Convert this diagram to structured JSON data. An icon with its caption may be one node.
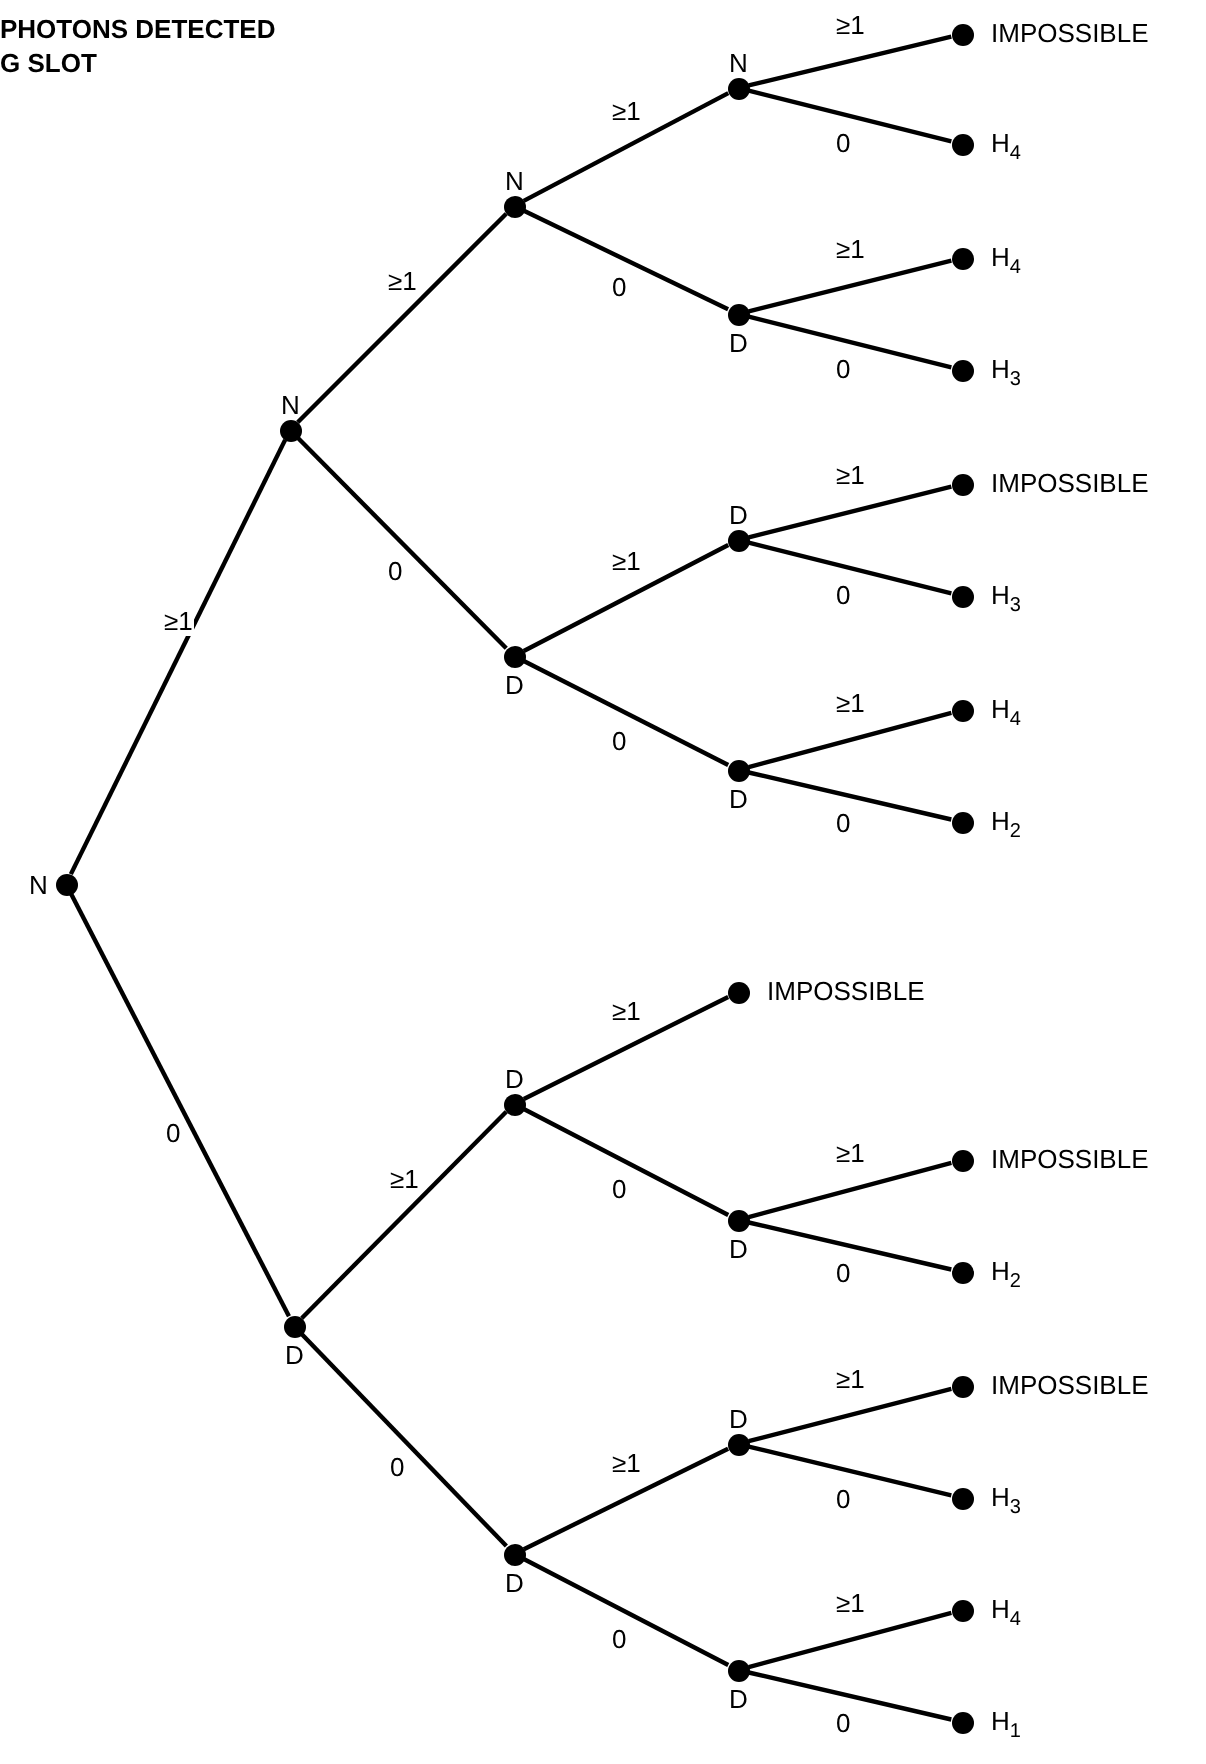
{
  "diagram": {
    "nodes": [
      {
        "text": [],
        "shape": "circle",
        "beside": [
          "N"
        ]
      },
      {
        "text": [],
        "shape": "circle",
        "beside": [
          "N"
        ]
      },
      {
        "text": [],
        "shape": "circle",
        "beside": [
          "D"
        ]
      },
      {
        "text": [],
        "shape": "circle",
        "beside": [
          "N"
        ]
      },
      {
        "text": [],
        "shape": "circle",
        "beside": [
          "D"
        ]
      },
      {
        "text": [],
        "shape": "circle",
        "beside": [
          "D"
        ]
      },
      {
        "text": [],
        "shape": "circle",
        "beside": [
          "D"
        ]
      },
      {
        "text": [],
        "shape": "circle",
        "beside": [
          "N"
        ]
      },
      {
        "text": [],
        "shape": "circle",
        "beside": [
          "D"
        ]
      },
      {
        "text": [],
        "shape": "circle",
        "beside": [
          "D"
        ]
      },
      {
        "text": [],
        "shape": "circle",
        "beside": [
          "D"
        ]
      },
      {
        "text": [],
        "shape": "circle",
        "beside": [
          "IMPOSSIBLE"
        ]
      },
      {
        "text": [],
        "shape": "circle",
        "beside": [
          "D"
        ]
      },
      {
        "text": [],
        "shape": "circle",
        "beside": [
          "D"
        ]
      },
      {
        "text": [],
        "shape": "circle",
        "beside": [
          "D"
        ]
      },
      {
        "text": [],
        "shape": "circle",
        "beside": [
          "IMPOSSIBLE"
        ]
      },
      {
        "text": [],
        "shape": "circle",
        "beside": [
          "H$_{4}$"
        ]
      },
      {
        "text": [],
        "shape": "circle",
        "beside": [
          "H$_{4}$"
        ]
      },
      {
        "text": [],
        "shape": "circle",
        "beside": [
          "H$_{3}$"
        ]
      },
      {
        "text": [],
        "shape": "circle",
        "beside": [
          "IMPOSSIBLE"
        ]
      },
      {
        "text": [],
        "shape": "circle",
        "beside": [
          "H$_{3}$"
        ]
      },
      {
        "text": [],
        "shape": "circle",
        "beside": [
          "H$_{4}$"
        ]
      },
      {
        "text": [],
        "shape": "circle",
        "beside": [
          "H$_{2}$"
        ]
      },
      {
        "text": [],
        "shape": "circle",
        "beside": [
          "IMPOSSIBLE"
        ]
      },
      {
        "text": [],
        "shape": "circle",
        "beside": [
          "H$_{2}$"
        ]
      },
      {
        "text": [],
        "shape": "circle",
        "beside": [
          "IMPOSSIBLE"
        ]
      },
      {
        "text": [],
        "shape": "circle",
        "beside": [
          "H$_{3}$"
        ]
      },
      {
        "text": [],
        "shape": "circle",
        "beside": [
          "H$_{4}$"
        ]
      },
      {
        "text": [],
        "shape": "circle",
        "beside": [
          "H$_{1}$"
        ]
      }
    ],
    "edges": [
      {
        "from": 0,
        "to": 1,
        "arrow": "none",
        "label": "≥1"
      },
      {
        "from": 0,
        "to": 2,
        "arrow": "none",
        "label": "0"
      },
      {
        "from": 1,
        "to": 3,
        "arrow": "none",
        "label": "≥1"
      },
      {
        "from": 1,
        "to": 4,
        "arrow": "none",
        "label": "0"
      },
      {
        "from": 2,
        "to": 5,
        "arrow": "none",
        "label": "≥1"
      },
      {
        "from": 2,
        "to": 6,
        "arrow": "none",
        "label": "0"
      },
      {
        "from": 3,
        "to": 7,
        "arrow": "none",
        "label": "≥1"
      },
      {
        "from": 3,
        "to": 8,
        "arrow": "none",
        "label": "0"
      },
      {
        "from": 4,
        "to": 9,
        "arrow": "none",
        "label": "≥1"
      },
      {
        "from": 4,
        "to": 10,
        "arrow": "none",
        "label": "0"
      },
      {
        "from": 5,
        "to": 11,
        "arrow": "none",
        "label": "≥1"
      },
      {
        "from": 5,
        "to": 12,
        "arrow": "none",
        "label": "0"
      },
      {
        "from": 6,
        "to": 13,
        "arrow": "none",
        "label": "≥1"
      },
      {
        "from": 6,
        "to": 14,
        "arrow": "none",
        "label": "0"
      },
      {
        "from": 7,
        "to": 15,
        "arrow": "none",
        "label": "≥1"
      },
      {
        "from": 7,
        "to": 16,
        "arrow": "none",
        "label": "0"
      },
      {
        "from": 8,
        "to": 17,
        "arrow": "none",
        "label": "≥1"
      },
      {
        "from": 8,
        "to": 18,
        "arrow": "none",
        "label": "0"
      },
      {
        "from": 9,
        "to": 19,
        "arrow": "none",
        "label": "≥1"
      },
      {
        "from": 9,
        "to": 20,
        "arrow": "none",
        "label": "0"
      },
      {
        "from": 10,
        "to": 21,
        "arrow": "none",
        "label": "≥1"
      },
      {
        "from": 10,
        "to": 22,
        "arrow": "none",
        "label": "0"
      },
      {
        "from": 12,
        "to": 23,
        "arrow": "none",
        "label": "≥1"
      },
      {
        "from": 12,
        "to": 24,
        "arrow": "none",
        "label": "0"
      },
      {
        "from": 13,
        "to": 25,
        "arrow": "none",
        "label": "≥1"
      },
      {
        "from": 13,
        "to": 26,
        "arrow": "none",
        "label": "0"
      },
      {
        "from": 14,
        "to": 27,
        "arrow": "none",
        "label": "≥1"
      },
      {
        "from": 14,
        "to": 28,
        "arrow": "none",
        "label": "0"
      }
    ],
    "labels": [
      "PHOTONS DETECTED G SLOT"
    ]
  }
}
